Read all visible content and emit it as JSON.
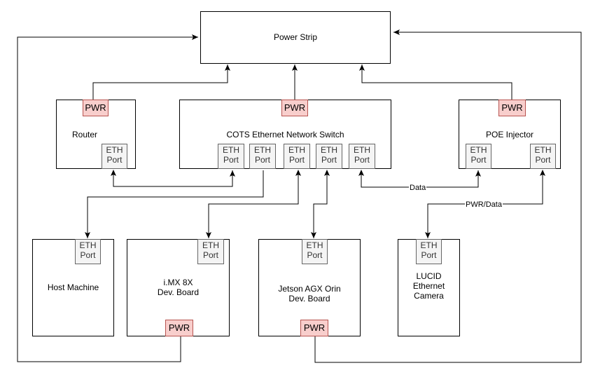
{
  "diagram": {
    "power_strip": "Power Strip",
    "router": "Router",
    "switch": "COTS Ethernet Network Switch",
    "poe_injector": "POE Injector",
    "host_machine": "Host Machine",
    "imx_line1": "i.MX 8X",
    "imx_line2": "Dev. Board",
    "jetson_line1": "Jetson AGX Orin",
    "jetson_line2": "Dev. Board",
    "camera_line1": "LUCID",
    "camera_line2": "Ethernet",
    "camera_line3": "Camera",
    "port_line1": "ETH",
    "port_line2": "Port",
    "pwr_label": "PWR",
    "data_label": "Data",
    "pwr_data_label": "PWR/Data"
  },
  "colors": {
    "pwr_fill": "#f8cecc",
    "pwr_stroke": "#b85450",
    "eth_fill": "#f4f4f4",
    "eth_stroke": "#666666",
    "line": "#000000"
  }
}
